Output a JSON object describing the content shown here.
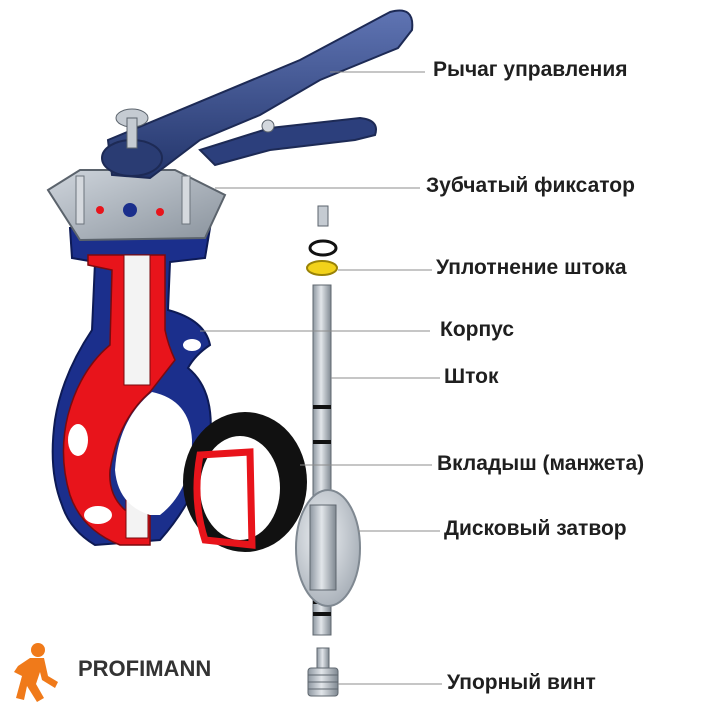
{
  "labels": {
    "lever": "Рычаг управления",
    "latch": "Зубчатый фиксатор",
    "stem_seal": "Уплотнение штока",
    "body": "Корпус",
    "stem": "Шток",
    "liner": "Вкладыш (манжета)",
    "disc": "Дисковый затвор",
    "screw": "Упорный винт"
  },
  "logo": {
    "text": "PROFIMANN",
    "icon": "walking-man-icon"
  },
  "colors": {
    "body_blue": "#1b2f8c",
    "section_red": "#e8141b",
    "lever_blue": "#3a4f8f",
    "metal": "#b9c0c8",
    "liner_black": "#111111",
    "seal_yellow": "#f2d21a",
    "logo_orange": "#f07a1a",
    "leader_line": "#8c8c8c"
  }
}
